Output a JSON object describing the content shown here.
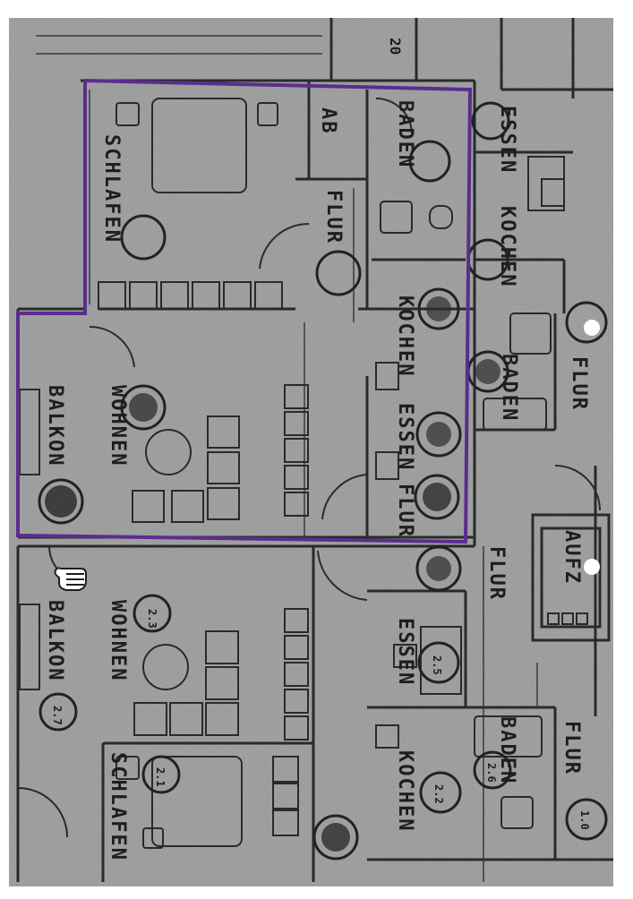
{
  "plan": {
    "rooms": {
      "schlafen_top": "SCHLAFEN",
      "ab": "AB",
      "bad_top": "BADEN",
      "essen_top_right": "ESSEN",
      "kochen_top_right": "KOCHEN",
      "flur_top": "FLUR",
      "kochen_mid": "KOCHEN",
      "baden_mid": "BADEN",
      "flur_right": "FLUR",
      "wohnen_top": "WOHNEN",
      "essen_mid": "ESSEN",
      "balkon_top": "BALKON",
      "flur_mid": "FLUR",
      "flur_center": "FLUR",
      "aufzug": "AUFZ",
      "wohnen_bottom": "WOHNEN",
      "balkon_bottom": "BALKON",
      "essen_bottom": "ESSEN",
      "baden_bottom": "BADEN",
      "flur_bottom_right": "FLUR",
      "schlafen_bottom": "SCHLAFEN",
      "kochen_bottom": "KOCHEN"
    },
    "numbers": {
      "n20": "20",
      "n23": "2.3",
      "n25": "2.5",
      "n26": "2.6",
      "n27": "2.7",
      "n21": "2.1",
      "n10": "1.0",
      "n22": "2.2"
    },
    "colors": {
      "paper": "#9a9a9a",
      "ink": "#2a2a2a",
      "highlight": "#5b2d8e",
      "hole": "#ffffff"
    },
    "icons": [
      "hand-icon"
    ]
  }
}
